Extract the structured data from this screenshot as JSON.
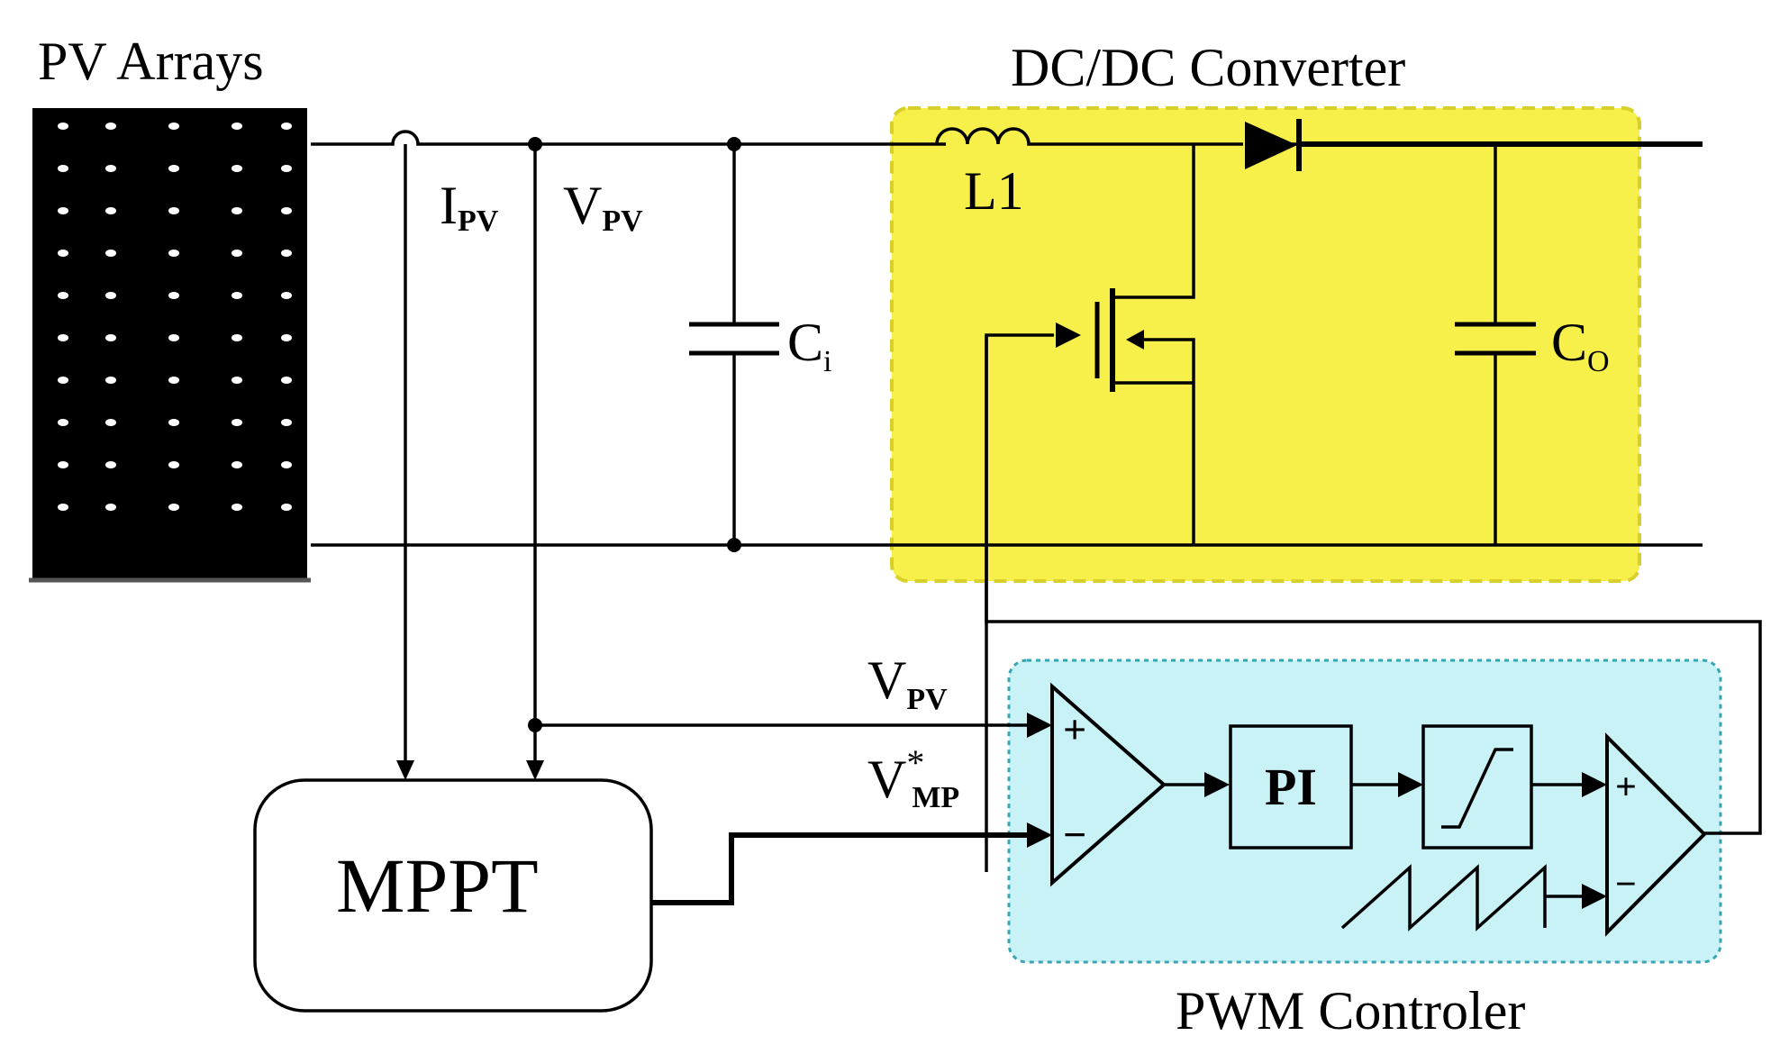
{
  "labels": {
    "pv_arrays": "PV Arrays",
    "dcdc_converter": "DC/DC Converter",
    "pwm_controller": "PWM Controler",
    "mppt": "MPPT",
    "pi": "PI",
    "l1": "L1",
    "ci_main": "C",
    "ci_sub": "i",
    "co_main": "C",
    "co_sub": "O",
    "ipv_main": "I",
    "ipv_sub": "PV",
    "vpv_main": "V",
    "vpv_sub": "PV",
    "vpv2_main": "V",
    "vpv2_sub": "PV",
    "vmp_main": "V",
    "vmp_sup": "*",
    "vmp_sub": "MP",
    "plus": "+",
    "minus": "−"
  },
  "colors": {
    "converter_fill": "#f7ef4a",
    "converter_border": "#d9cf2a",
    "pwm_fill": "#c9f2f6",
    "pwm_border": "#37a5b3",
    "panel": "#000000",
    "panel_dot": "#ffffff"
  },
  "icons": {
    "panel": "solar-panel-icon",
    "diode": "diode-icon",
    "mosfet": "mosfet-icon",
    "inductor": "inductor-icon",
    "comparator": "comparator-icon",
    "limiter": "limiter-icon",
    "sawtooth": "sawtooth-icon"
  }
}
